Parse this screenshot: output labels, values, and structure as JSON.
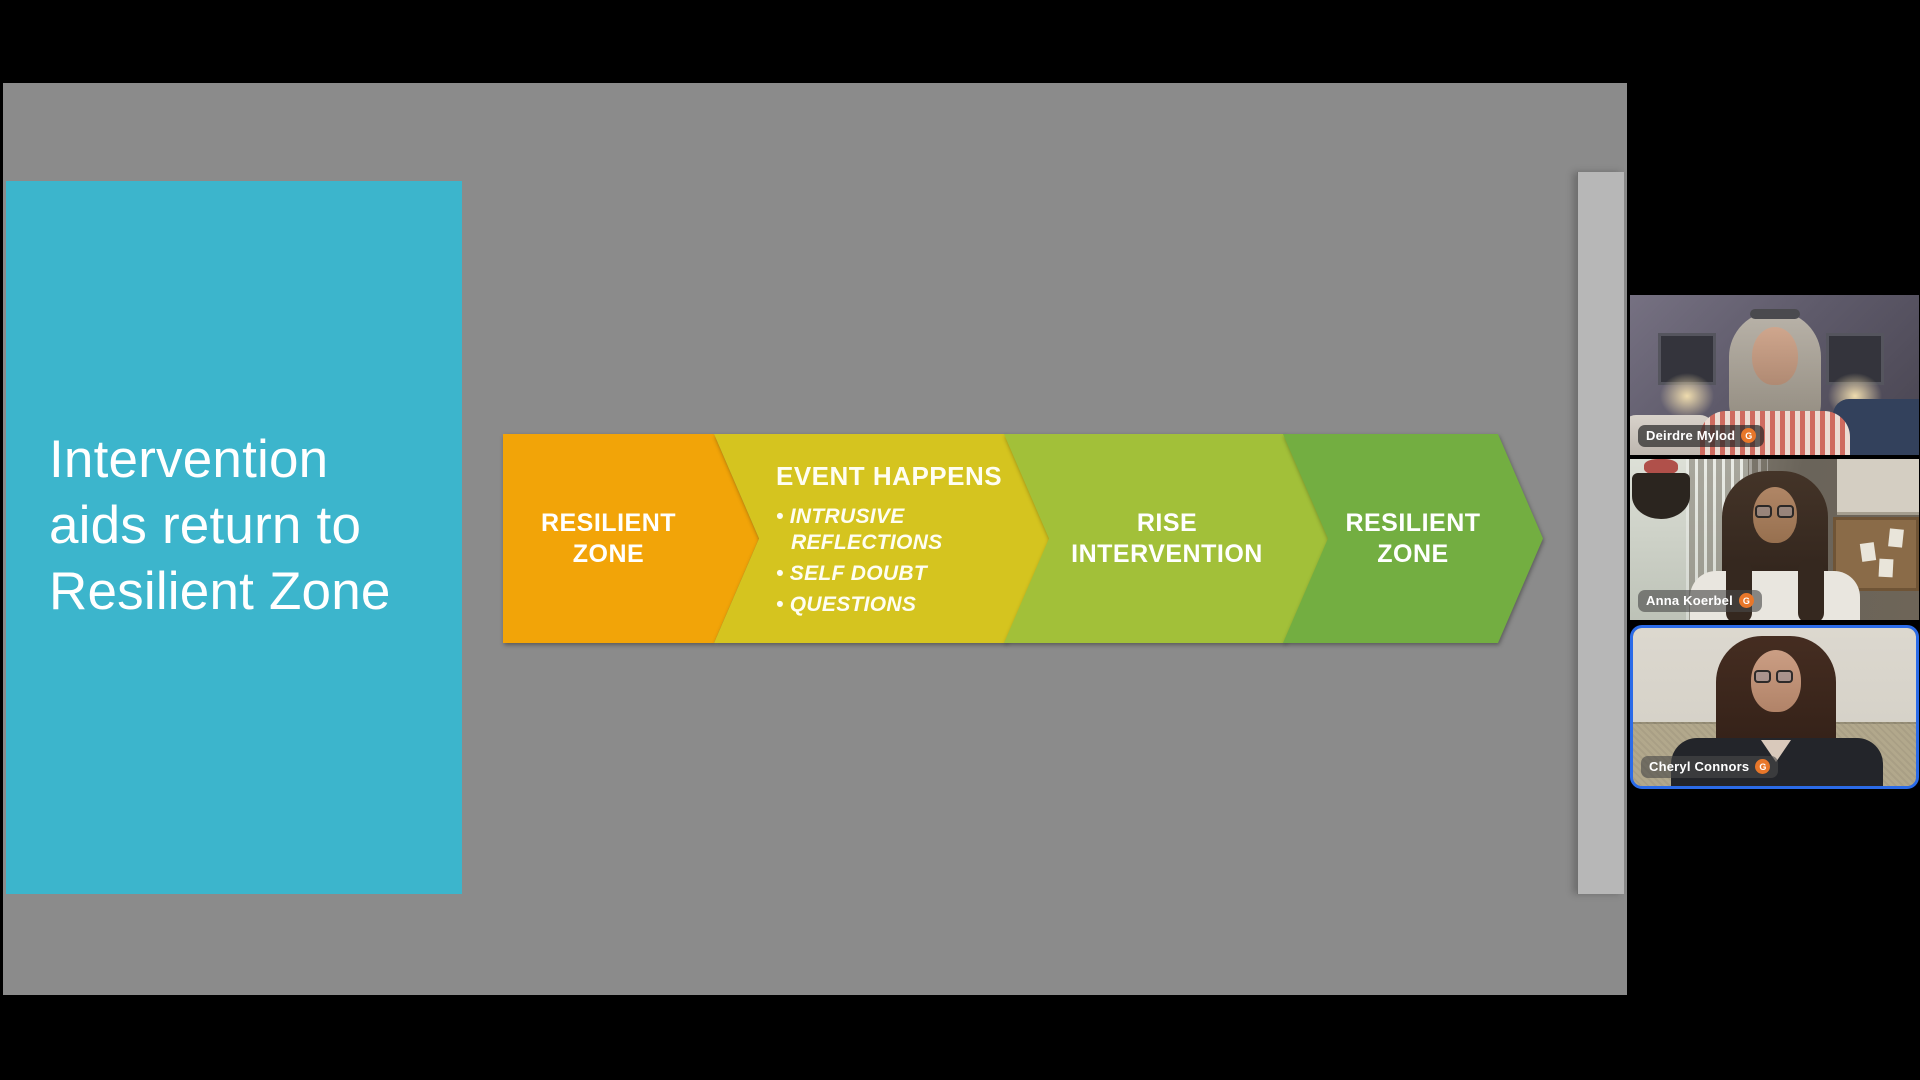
{
  "slide": {
    "title": "Intervention aids return to Resilient Zone",
    "title_lines": [
      "Intervention",
      "aids return to",
      "Resilient Zone"
    ],
    "arrows": [
      {
        "label": "RESILIENT ZONE"
      },
      {
        "label": "EVENT HAPPENS",
        "bullets": [
          "INTRUSIVE REFLECTIONS",
          "SELF DOUBT",
          "QUESTIONS"
        ]
      },
      {
        "label": "RISE INTERVENTION"
      },
      {
        "label": "RESILIENT ZONE"
      }
    ]
  },
  "participants": [
    {
      "name": "Deirdre Mylod",
      "badge": "G",
      "active_speaker": false
    },
    {
      "name": "Anna Koerbel",
      "badge": "G",
      "active_speaker": false
    },
    {
      "name": "Cheryl Connors",
      "badge": "G",
      "active_speaker": true
    }
  ],
  "colors": {
    "slide-bg": "#8b8b8b",
    "next-slide": "#b7b7b7",
    "title-panel": "#3cb5cc",
    "arrow-1": "#f2a408",
    "arrow-2": "#d5c41f",
    "arrow-3": "#a2c039",
    "arrow-4": "#73ae41",
    "active-speaker-border": "#2b6be8",
    "badge": "#e8772a"
  }
}
